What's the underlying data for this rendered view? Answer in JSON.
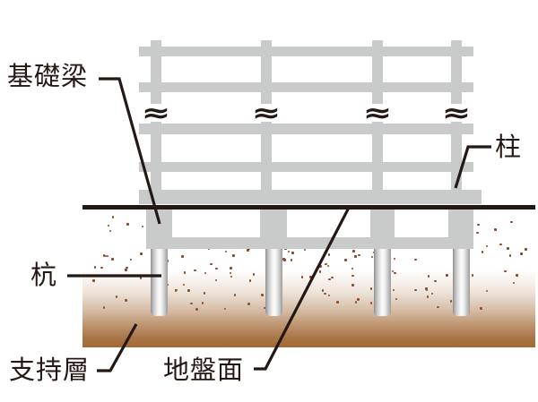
{
  "diagram": {
    "type": "building-pile-foundation-cross-section",
    "labels": {
      "foundation_beam": "基礎梁",
      "column": "柱",
      "pile": "杭",
      "bearing_stratum": "支持層",
      "ground_surface": "地盤面"
    },
    "break_symbol": "≈",
    "colors": {
      "structure_gray": "#c9caca",
      "ink": "#231815",
      "soil_dot": "#8a4726",
      "bearing_stratum_brown": "#a26936"
    },
    "counts": {
      "columns": 4,
      "piles": 4,
      "above_ground_beams": 5
    }
  }
}
